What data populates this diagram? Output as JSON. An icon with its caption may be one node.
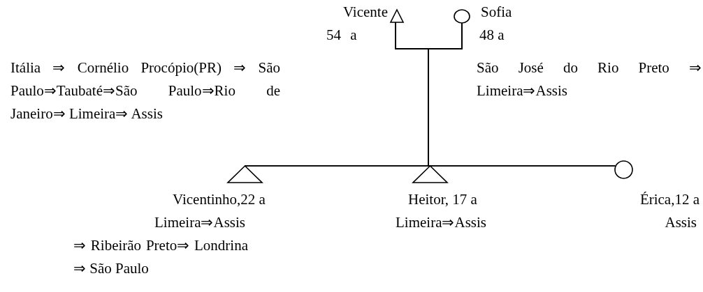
{
  "diagram": {
    "nodes": [
      {
        "text": [],
        "shape": "triangle",
        "beside": [
          "Vicente",
          "54 a",
          "Itália ⇒ Cornélio Procópio(PR) ⇒ São Paulo⇒Taubaté⇒São Paulo⇒Rio de Janeiro⇒ Limeira⇒ Assis"
        ]
      },
      {
        "text": [],
        "shape": "circle",
        "beside": [
          "Sofia",
          "48 a",
          "São José do Rio Preto ⇒ Limeira⇒Assis"
        ]
      },
      {
        "text": [],
        "shape": "triangle",
        "beside": [
          "Vicentinho,22 a",
          "Limeira⇒Assis ⇒ Ribeirão Preto⇒ Londrina ⇒ São Paulo"
        ]
      },
      {
        "text": [],
        "shape": "triangle",
        "beside": [
          "Heitor, 17 a",
          "Limeira⇒Assis"
        ]
      },
      {
        "text": [],
        "shape": "circle",
        "beside": [
          "Érica,12 a",
          "Assis"
        ]
      }
    ],
    "edges": [
      {
        "from": 0,
        "to": 1,
        "arrow": "none"
      },
      {
        "from": 0,
        "to": 2,
        "arrow": "none"
      },
      {
        "from": 0,
        "to": 3,
        "arrow": "none"
      },
      {
        "from": 0,
        "to": 4,
        "arrow": "none"
      },
      {
        "from": 1,
        "to": 2,
        "arrow": "none"
      },
      {
        "from": 1,
        "to": 3,
        "arrow": "none"
      },
      {
        "from": 1,
        "to": 4,
        "arrow": "none"
      }
    ]
  }
}
